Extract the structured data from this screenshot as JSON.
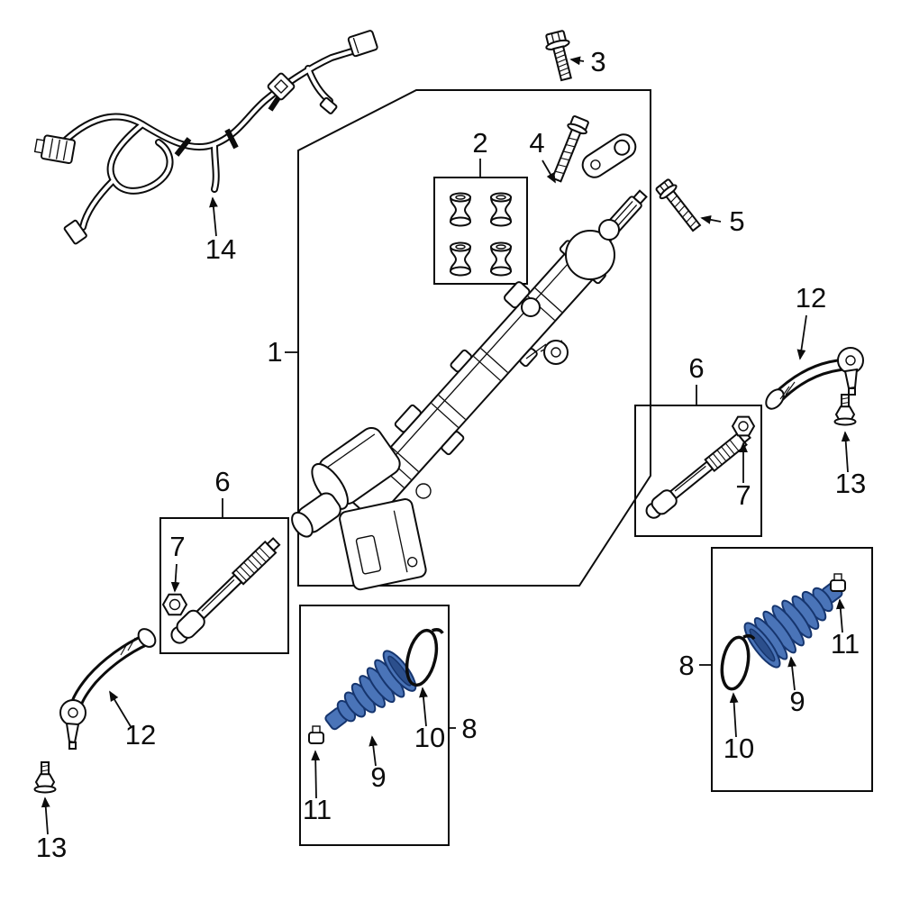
{
  "diagram": {
    "kind": "exploded-parts-diagram",
    "colors": {
      "background": "#ffffff",
      "line": "#0c0c0c",
      "boot_fill": "#4a74b8",
      "boot_inner": "#2c4f8c",
      "boot_stroke": "#16356e"
    },
    "callouts": {
      "part1": "1",
      "part2": "2",
      "part3": "3",
      "part4": "4",
      "part5": "5",
      "part6_left": "6",
      "part6_right": "6",
      "part7_left": "7",
      "part7_right": "7",
      "part8_center": "8",
      "part8_right": "8",
      "part9_center": "9",
      "part9_right": "9",
      "part10_center": "10",
      "part10_right": "10",
      "part11_center": "11",
      "part11_right": "11",
      "part12_left": "12",
      "part12_right": "12",
      "part13_left": "13",
      "part13_right": "13",
      "part14": "14"
    }
  }
}
